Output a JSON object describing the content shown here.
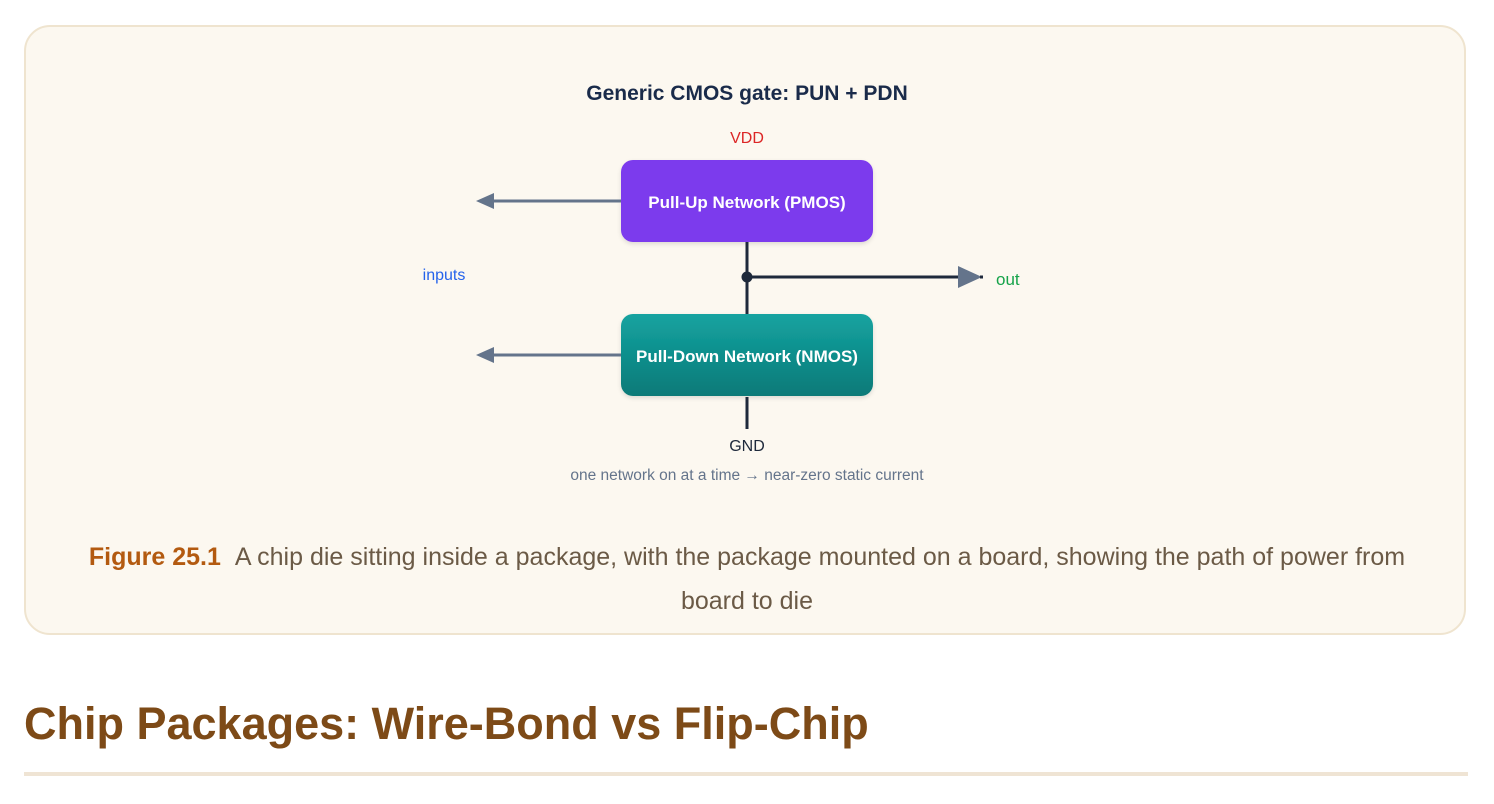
{
  "diagram": {
    "title": "Generic CMOS gate: PUN + PDN",
    "vdd_label": "VDD",
    "pun_label": "Pull-Up Network (PMOS)",
    "pdn_label": "Pull-Down Network (NMOS)",
    "inputs_label": "inputs",
    "out_label": "out",
    "gnd_label": "GND",
    "note": "one network on at a time → near-zero static current",
    "colors": {
      "pun_fill": "#7c3aed",
      "pdn_fill_top": "#14a3a0",
      "pdn_fill_bottom": "#0b7a78",
      "title": "#1a2b4a",
      "vdd": "#dc2626",
      "inputs": "#2563eb",
      "out": "#16a34a",
      "wire": "#1e293b",
      "arrow": "#64748b"
    }
  },
  "figure": {
    "label": "Figure 25.1",
    "caption": "A chip die sitting inside a package, with the package mounted on a board, showing the path of power from board to die"
  },
  "section": {
    "title": "Chip Packages: Wire-Bond vs Flip-Chip"
  }
}
